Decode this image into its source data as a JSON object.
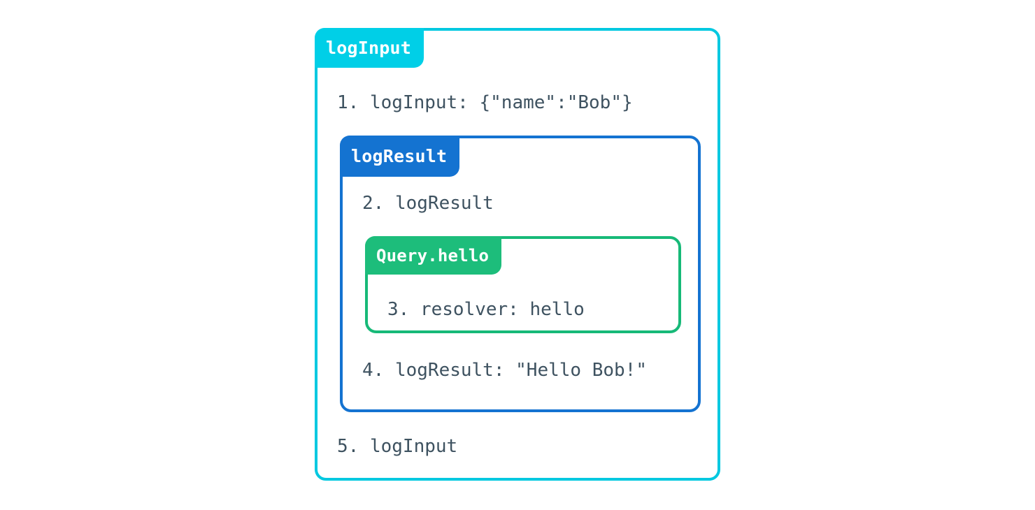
{
  "diagram": {
    "type": "nested-execution-trace",
    "title": "logInput",
    "colors": {
      "outer_accent": "#00CFE7",
      "middle_accent": "#1473D1",
      "inner_accent": "#1DBD7B",
      "text": "#3E5260",
      "background": "#FFFFFF"
    },
    "boxes": {
      "log_input": {
        "tab_label": "logInput",
        "accent": "#00CFE7",
        "lines": [
          {
            "index": "1.",
            "text": "logInput: {\"name\":\"Bob\"}",
            "full": "1. logInput: {\"name\":\"Bob\"}"
          },
          {
            "index": "5.",
            "text": "logInput",
            "full": "5. logInput"
          }
        ]
      },
      "log_result": {
        "tab_label": "logResult",
        "accent": "#1473D1",
        "lines": [
          {
            "index": "2.",
            "text": "logResult",
            "full": "2. logResult"
          },
          {
            "index": "4.",
            "text": "logResult: \"Hello Bob!\"",
            "full": "4. logResult: \"Hello Bob!\""
          }
        ]
      },
      "query_hello": {
        "tab_label": "Query.hello",
        "accent": "#1DBD7B",
        "lines": [
          {
            "index": "3.",
            "text": "resolver: hello",
            "full": "3. resolver: hello"
          }
        ]
      }
    }
  }
}
